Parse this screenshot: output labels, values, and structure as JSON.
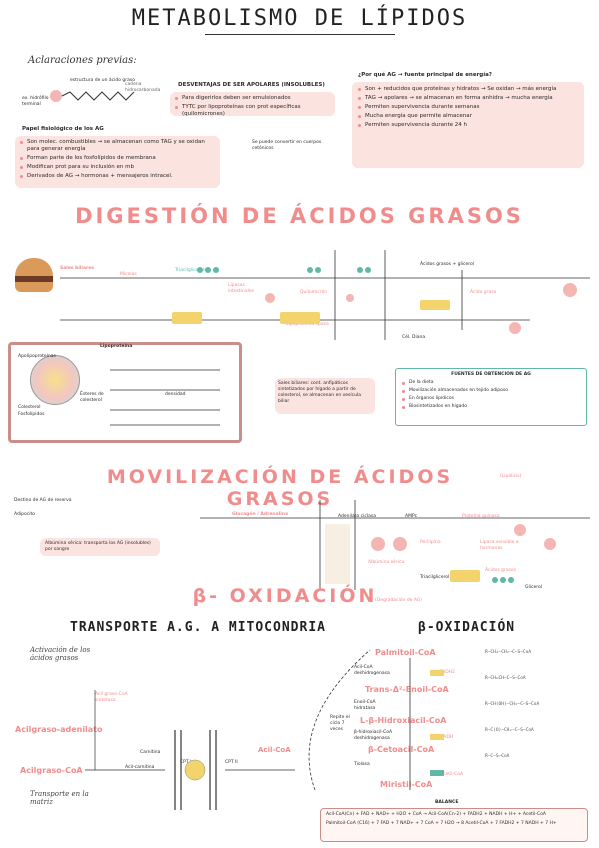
{
  "title": "METABOLISMO DE LÍPIDOS",
  "intro": {
    "heading": "Aclaraciones previas:",
    "structure_label": "estructura de un ácido graso",
    "hydrophilic": "ex. hidrófilo terminal",
    "chain": "cadena hidrocarbonada",
    "role_heading": "Papel fisiológico de los AG",
    "roles": [
      "Son molec. combustibles → se almacenan como TAG y se oxidan para generar energía",
      "Forman parte de los fosfolípidos de membrana",
      "Modifican prot para su inclusión en mb",
      "Derivados de AG → hormonas + mensajeros intracel."
    ],
    "disadv_heading": "DESVENTAJAS DE SER APOLARES (INSOLUBLES)",
    "disadv": [
      "Para digerirlos deben ser emulsionados",
      "TYTC por lipoproteínas con prot específicas (quilomicrones)"
    ],
    "acetyl_note": "Se puede convertir en cuerpos cetónicos",
    "why_heading": "¿Por qué AG → fuente principal de energía?",
    "why": [
      "Son + reducidos que proteínas y hidratos → Se oxidan → más energía",
      "TAG → apolares → se almacenan en forma anhidra → mucha energía",
      "Permiten supervivencia durante semanas",
      "Mucha energía que permite almacenar",
      "Permiten supervivencia durante 24 h"
    ]
  },
  "digestion": {
    "title": "DIGESTIÓN DE ÁCIDOS GRASOS",
    "labels": [
      "Sales biliares",
      "Micelas",
      "Lipasas intestinales",
      "Triacilgliceroles",
      "Quilomicrón",
      "Lipoproteína lipasa",
      "Ácidos grasos + glicerol",
      "Lipoproteína",
      "Ácido graso",
      "Cél. Diana",
      "Apolipoproteínas",
      "Colesterol",
      "Fosfolípidos",
      "Ésteres de colesterol"
    ],
    "lipo_box_title": "Lipoproteína",
    "density": "densidad",
    "bile_box": "Sales biliares: cont. anfipáticos sintetizados por hígado a partir de colesterol, se almacenan en vesícula biliar",
    "sources_title": "FUENTES DE OBTENCIÓN DE AG",
    "sources": [
      "De la dieta",
      "Movilización almacenados en tejido adiposo",
      "En órganos lipídicos",
      "Biosintetizados en hígado"
    ]
  },
  "mobilization": {
    "title": "MOVILIZACIÓN DE ÁCIDOS GRASOS",
    "subtitle": "(Lipólisis)",
    "labels": [
      "Destino de AG de reserva",
      "Glucagón / Adrenalina",
      "Adenilato ciclasa",
      "AMPc",
      "Proteína quinasa",
      "Perilipina",
      "Lipasa sensible a hormonas",
      "Triacilglicerol",
      "Ácidos grasos",
      "Glicerol",
      "Albúmina sérica",
      "Adipocito"
    ],
    "note": "Albúmina sérica: transporta los AG (insolubles) por sangre"
  },
  "beta": {
    "title": "β- OXIDACIÓN",
    "subtitle": "(Degradación de AG)",
    "transport_title": "TRANSPORTE A.G. A MITOCONDRIA",
    "transport_note": "Activación de los ácidos grasos",
    "transport_note2": "Transporte en la matriz",
    "transport_labels": [
      "Acil graso-CoA sintetasa",
      "Acilgraso-adenilato",
      "Acilgraso-CoA",
      "Carnitina",
      "Acil-carnitina",
      "CPT I",
      "CPT II",
      "Acil-CoA"
    ],
    "ox_title": "β-OXIDACIÓN",
    "ox_steps": [
      "Palmitoil-CoA",
      "Trans-Δ²-Enoil-CoA",
      "L-β-Hidroxiacil-CoA",
      "β-Cetoacil-CoA",
      "Miristil-CoA"
    ],
    "enzymes": [
      "Acil-CoA deshidrogenasa",
      "Enoil-CoA hidratasa",
      "β-hidroxiacil-CoA deshidrogenasa",
      "Tiolasa"
    ],
    "products": [
      "FADH2",
      "NADH",
      "Acetil-CoA"
    ],
    "balance_title": "BALANCE",
    "balance_lines": [
      "Acil-CoA(Cn) + FAD + NAD+ + H2O + CoA → Acil-CoA(Cn-2) + FADH2 + NADH + H+ + Acetil-CoA",
      "Palmitoil-CoA (C16) + 7 FAD + 7 NAD+ + 7 CoA + 7 H2O → 8 Acetil-CoA + 7 FADH2 + 7 NADH + 7 H+"
    ],
    "cycle_label": "Repite el ciclo 7 veces"
  },
  "colors": {
    "pink": "#f08c8c",
    "teal": "#5fb8a8",
    "yellow": "#f3d36b",
    "frame": "#c98d8a"
  }
}
